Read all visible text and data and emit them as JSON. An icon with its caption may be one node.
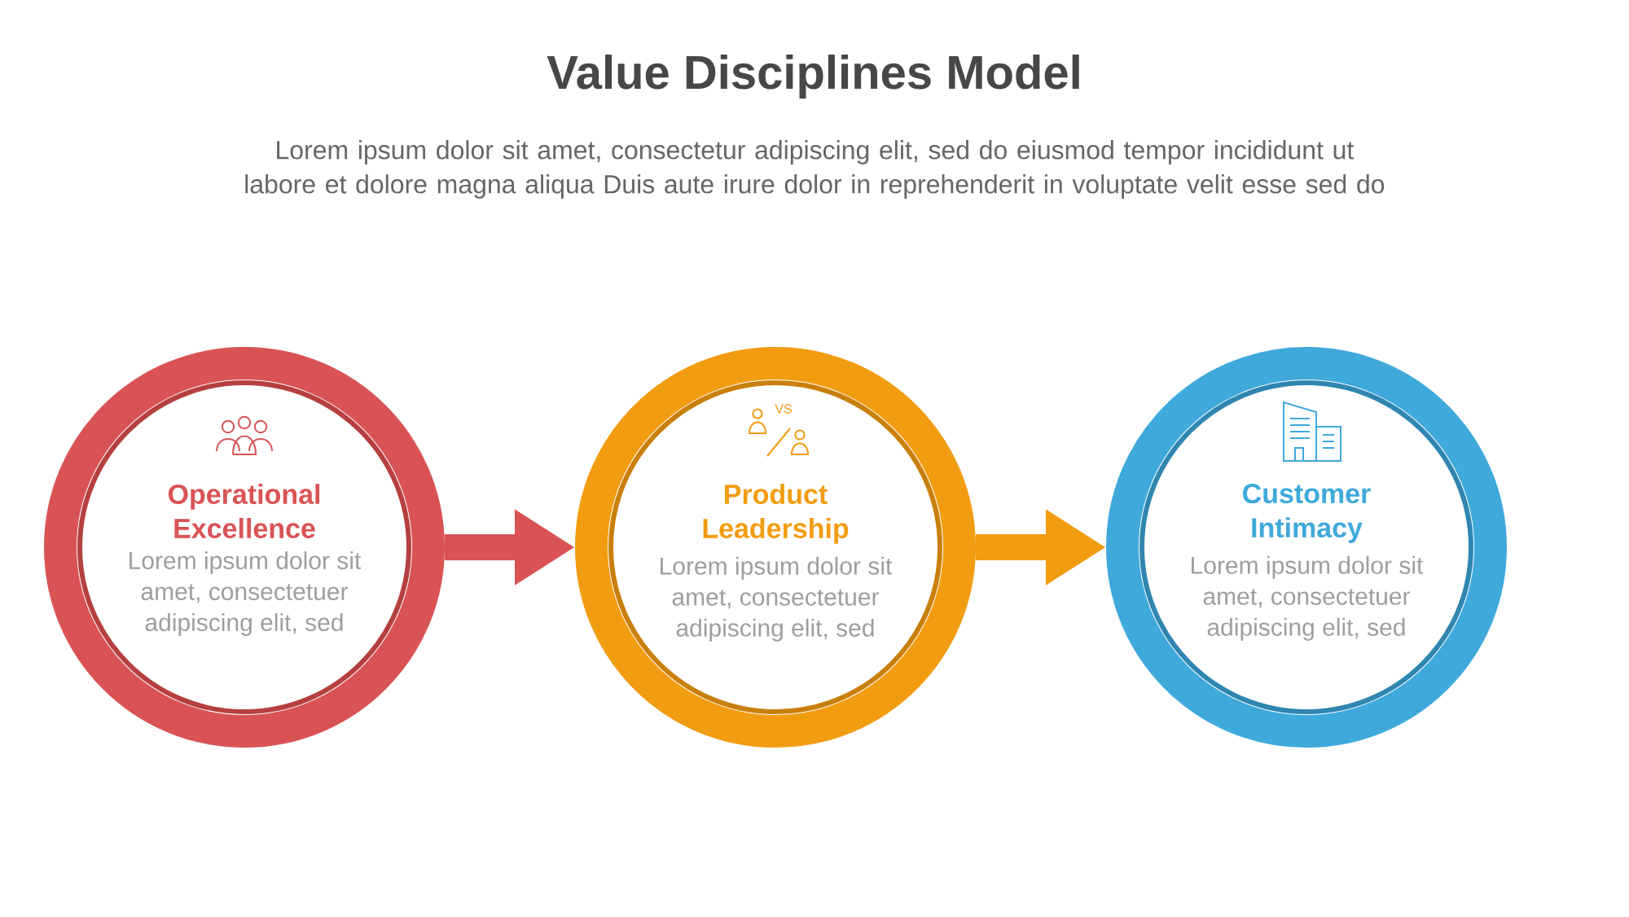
{
  "diagram": {
    "title": "Value Disciplines Model",
    "caption": "Lorem ipsum dolor sit amet, consectetur adipiscing elit, sed do eiusmod tempor incididunt ut labore et dolore magna aliqua Duis aute irure dolor in reprehenderit in voluptate velit esse sed do",
    "nodes": [
      {
        "text": [
          "Operational Excellence",
          "Lorem ipsum dolor sit amet, consectetuer adipiscing elit, sed"
        ]
      },
      {
        "text": [
          "Product Leadership",
          "Lorem ipsum dolor sit amet, consectetuer adipiscing elit, sed"
        ]
      },
      {
        "text": [
          "Customer Intimacy",
          "Lorem ipsum dolor sit amet, consectetuer adipiscing elit, sed"
        ]
      }
    ],
    "edges": [
      {
        "from": 0,
        "to": 1,
        "arrow": "to",
        "color": "#d95355"
      },
      {
        "from": 1,
        "to": 2,
        "arrow": "to",
        "color": "#f29c11"
      }
    ],
    "labels": [
      "VS"
    ]
  }
}
